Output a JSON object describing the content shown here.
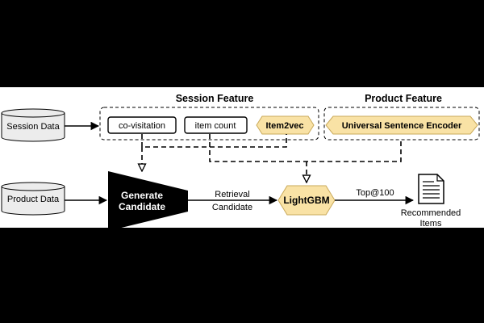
{
  "labels": {
    "session_feature_title": "Session Feature",
    "product_feature_title": "Product Feature",
    "session_data": "Session Data",
    "product_data": "Product Data",
    "co_visitation": "co-visitation",
    "item_count": "item count",
    "item2vec": "Item2vec",
    "use": "Universal Sentence Encoder",
    "generate_line1": "Generate",
    "generate_line2": "Candidate",
    "retrieval_line1": "Retrieval",
    "retrieval_line2": "Candidate",
    "lightgbm": "LightGBM",
    "top100": "Top@100",
    "recommended_line1": "Recommended",
    "recommended_line2": "Items"
  },
  "colors": {
    "background": "#000000",
    "panel": "#ffffff",
    "highlight_fill": "#f9e2a5",
    "highlight_stroke": "#c9a95a",
    "cylinder_fill": "#ececec",
    "generator_fill": "#000000"
  },
  "icons": {
    "recommended": "document-icon"
  }
}
